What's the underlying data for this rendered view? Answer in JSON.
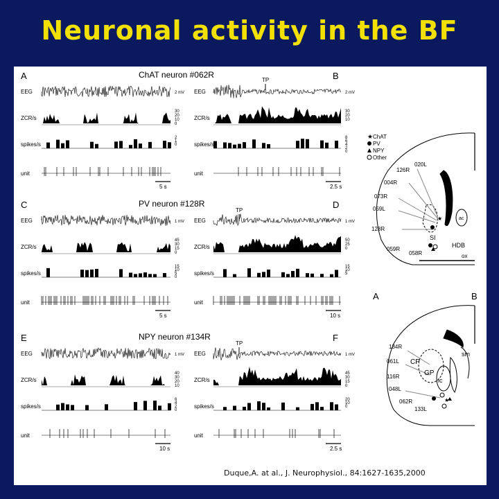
{
  "title": "Neuronal activity in the BF",
  "citation": "Duque,A. at al., J. Neurophysiol., 84:1627-1635,2000",
  "rows": [
    {
      "title": "ChAT neuron #062R",
      "left_letter": "A",
      "right_letter": "B",
      "tp": "TP",
      "labels": {
        "eeg": "EEG",
        "zcr": "ZCR/s",
        "spikes": "spikes/s",
        "unit": "unit"
      },
      "left_ticks": {
        "eeg": "2 mV",
        "zcr": [
          "30",
          "20",
          "10",
          "0"
        ],
        "spikes": [
          "2",
          "1",
          "0"
        ]
      },
      "right_ticks": {
        "eeg": "2 mV",
        "zcr": [
          "30",
          "20",
          "10"
        ],
        "spikes": [
          "8",
          "6",
          "4",
          "2",
          "0"
        ]
      },
      "left_scale": "5 s",
      "right_scale": "2.5 s"
    },
    {
      "title": "PV neuron #128R",
      "left_letter": "C",
      "right_letter": "D",
      "tp": "TP",
      "labels": {
        "eeg": "EEG",
        "zcr": "ZCR/s",
        "spikes": "spikes/s",
        "unit": "unit"
      },
      "left_ticks": {
        "eeg": "1 mV",
        "zcr": [
          "45",
          "30",
          "15",
          "0"
        ],
        "spikes": [
          "15",
          "10",
          "5",
          "0"
        ]
      },
      "right_ticks": {
        "eeg": "1 mV",
        "zcr": [
          "50",
          "25",
          "0"
        ],
        "spikes": [
          "15",
          "10",
          "5"
        ]
      },
      "left_scale": "5 s",
      "right_scale": "10 s"
    },
    {
      "title": "NPY neuron #134R",
      "left_letter": "E",
      "right_letter": "F",
      "tp": "TP",
      "labels": {
        "eeg": "EEG",
        "zcr": "ZCR/s",
        "spikes": "spikes/s",
        "unit": "unit"
      },
      "left_ticks": {
        "eeg": "1 mV",
        "zcr": [
          "40",
          "30",
          "20",
          "10"
        ],
        "spikes": [
          "6",
          "4",
          "2",
          "0"
        ]
      },
      "right_ticks": {
        "eeg": "1 mV",
        "zcr": [
          "45",
          "30",
          "15",
          "0"
        ],
        "spikes": [
          "20",
          "10",
          "0"
        ]
      },
      "left_scale": "10 s",
      "right_scale": "2.5 s"
    }
  ],
  "legend": {
    "chat": "ChAT",
    "pv": "PV",
    "npy": "NPY",
    "other": "Other"
  },
  "atlas_top": {
    "labels": [
      "020L",
      "126R",
      "004R",
      "073R",
      "059L",
      "128R",
      "059R",
      "058R"
    ],
    "regions": {
      "si": "SI",
      "hdb": "HDB",
      "ox": "ox",
      "ac": "ac"
    }
  },
  "atlas_bottom": {
    "letters": {
      "a": "A",
      "b": "B"
    },
    "labels": [
      "134R",
      "061L",
      "116R",
      "048L",
      "062R",
      "133L"
    ],
    "regions": {
      "cp": "CP",
      "gp": "GP",
      "ic": "ic",
      "sm": "sm"
    }
  }
}
